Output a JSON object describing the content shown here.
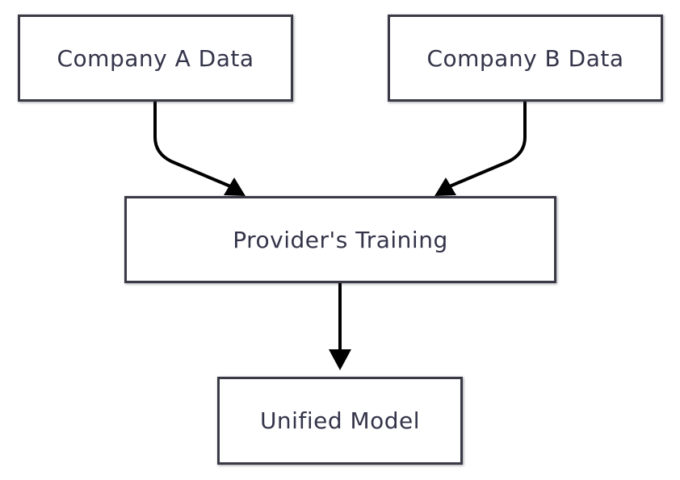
{
  "diagram": {
    "nodes": [
      {
        "id": "company_a",
        "label": "Company A Data"
      },
      {
        "id": "company_b",
        "label": "Company B Data"
      },
      {
        "id": "provider_training",
        "label": "Provider's Training"
      },
      {
        "id": "unified_model",
        "label": "Unified Model"
      }
    ],
    "edges": [
      {
        "from": "company_a",
        "to": "provider_training"
      },
      {
        "from": "company_b",
        "to": "provider_training"
      },
      {
        "from": "provider_training",
        "to": "unified_model"
      }
    ],
    "colors": {
      "border": "#3a3a46",
      "text": "#34344a",
      "edge": "#000000",
      "background": "#ffffff"
    }
  }
}
